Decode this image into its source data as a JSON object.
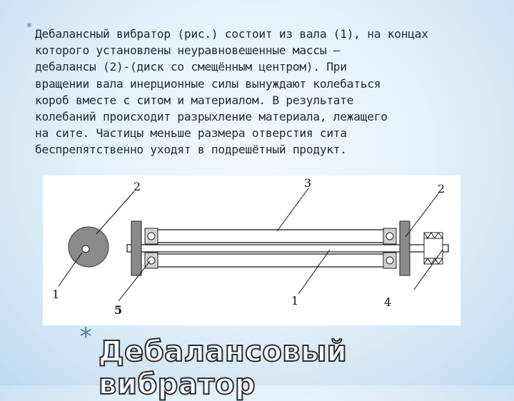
{
  "bullet_symbol": "*",
  "paragraph": "Дебалансный вибратор (рис.) состоит из вала (1), на концах\nкоторого установлены неуравновешенные массы –\nдебалансы (2)-(диск со смещённым центром). При\nвращении вала инерционные силы вынуждают колебаться\nкороб вместе с ситом и материалом. В результате\nколебаний происходит разрыхление материала, лежащего\nна сите. Частицы меньше размера отверстия сита\nбеспрепятственно уходят в подрешётный продукт.",
  "figure": {
    "labels": {
      "label_2_left": "2",
      "label_3": "3",
      "label_2_right": "2",
      "label_1_left": "1",
      "label_5": "5",
      "label_1_center": "1",
      "label_4": "4"
    }
  },
  "title_symbol": "*",
  "title": "Дебалансовый вибратор"
}
